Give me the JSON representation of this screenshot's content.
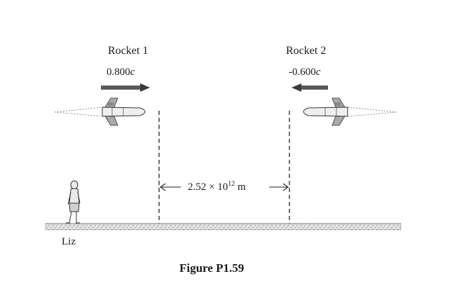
{
  "rocket1": {
    "name": "Rocket 1",
    "speed_num": "0.800",
    "speed_unit": "c"
  },
  "rocket2": {
    "name": "Rocket 2",
    "speed_num": "-0.600",
    "speed_unit": "c"
  },
  "distance": {
    "mantissa": "2.52",
    "times": "×",
    "base": "10",
    "exponent": "12",
    "unit": "m"
  },
  "observer": {
    "name": "Liz"
  },
  "caption": "Figure P1.59",
  "colors": {
    "ink": "#1a1a1a",
    "ground": "#bdbdbd",
    "arrow": "#4a4a4a"
  }
}
